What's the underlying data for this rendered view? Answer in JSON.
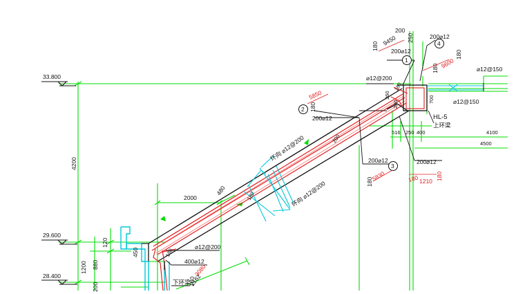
{
  "colors": {
    "green": "#00dd00",
    "red": "#e02020",
    "black": "#111111",
    "cyan": "#00c8d8",
    "pink": "#ff7070"
  },
  "elevations": [
    "33.800",
    "29.600",
    "28.400"
  ],
  "dims": {
    "v4200": "4200",
    "v1200": "1200",
    "v880": "880",
    "v120": "120",
    "v200": "200",
    "v450": "450",
    "h2000": "2000",
    "h480": "480",
    "h2162": "2162",
    "h516": "516",
    "h250": "250",
    "h400": "400",
    "h4100": "4100",
    "h4500": "4500",
    "v700": "700",
    "v260": "260",
    "v240": "240",
    "v200b": "200",
    "v180a": "180",
    "v180b": "180",
    "v180c": "180"
  },
  "red_dims": {
    "top_180": "180",
    "top_9450": "9450",
    "top_200": "200",
    "top_250": "250",
    "r_9600": "9600",
    "r_180a": "180",
    "r_180b": "180",
    "mid_5850": "5850",
    "mid_180": "180",
    "low_180": "180",
    "low_5830": "5830",
    "low_180b": "180",
    "low_1210": "1210",
    "low_180c": "180",
    "bot_3080": "3080",
    "bot_180": "180"
  },
  "callouts": {
    "c1": "1",
    "c2": "2",
    "c3": "3",
    "c4": "4",
    "t1": "200⌀12",
    "t4": "200⌀12",
    "t2": "200⌀12",
    "t3": "200⌀12",
    "t3b": "200⌀12",
    "top_rebar": "⌀12@200",
    "right_rebar_a": "⌀12@150",
    "right_rebar_b": "⌀12@150",
    "beam_hl5": "HL-5",
    "beam_top": "上环梁",
    "dist_a": "环向 ⌀12@200",
    "dist_b": "环向 ⌀12@200",
    "bot_rebar_a": "⌀12@200",
    "bot_rebar_b": "400⌀12",
    "beam_bottom": "下环梁"
  }
}
